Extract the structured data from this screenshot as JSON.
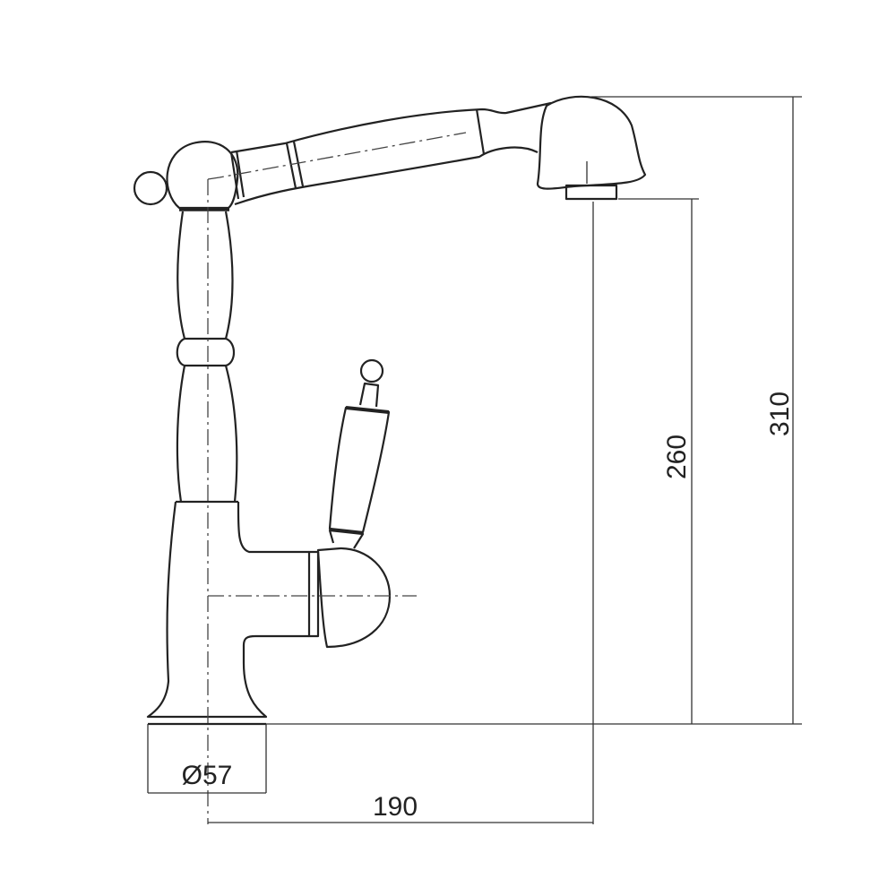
{
  "drawing": {
    "subject": "faucet",
    "dimensions": {
      "base_diameter": "Ø57",
      "spout_reach": "190",
      "spout_height": "260",
      "total_height": "310"
    },
    "line_color": "#222222",
    "background": "#ffffff"
  }
}
